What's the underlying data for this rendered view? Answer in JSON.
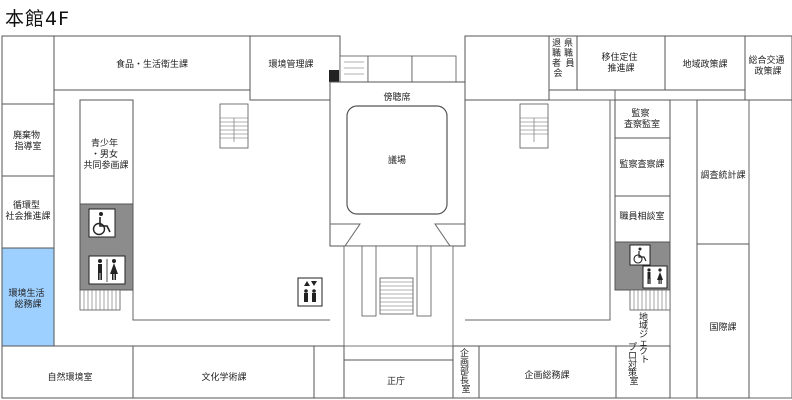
{
  "title": "本館4F",
  "rooms": {
    "shokuhin": "食品・生活衛生課",
    "kankyo_kanri": "環境管理課",
    "haikibutsu": "廃棄物\n指導室",
    "junkangata": "循環型\n社会推進課",
    "kankyo_seikatsu": "環境生活\n総務課",
    "seishonen": "青少年\n・男女\n共同参画課",
    "bochoseki": "傍聴席",
    "gijo": "議場",
    "taishoku": "退\n職\n者\n会",
    "ken_shokuin": "県\n職\n員",
    "iju_teiju": "移住定住\n推進課",
    "chiiki_seisaku": "地域政策課",
    "sogo_kotsu": "総合交通\n政策課",
    "kansa_kansakan": "監察\n査察監室",
    "kansa_sasatsu": "監察査察課",
    "shokuin_sodan": "職員相談室",
    "chosa_tokei": "調査統計課",
    "kokusai": "国際課",
    "shizen_kankyo": "自然環境室",
    "bunka_gakujutsu": "文化学術課",
    "seicho": "正庁",
    "kikaku_bucho": "企\n画\n部\n長\n室",
    "kikaku_somu": "企画総務課",
    "chiiki_project": "地\n域\nプ\nロ\nジ\nェ\nク\nト\n対\n策\n室"
  },
  "icons": {
    "wheelchair": "wheelchair-icon",
    "restroom": "restroom-icon",
    "elevator": "elevator-icon"
  },
  "colors": {
    "highlight": "#9dcfff",
    "facility": "#8c8c8c",
    "wall": "#555555"
  }
}
